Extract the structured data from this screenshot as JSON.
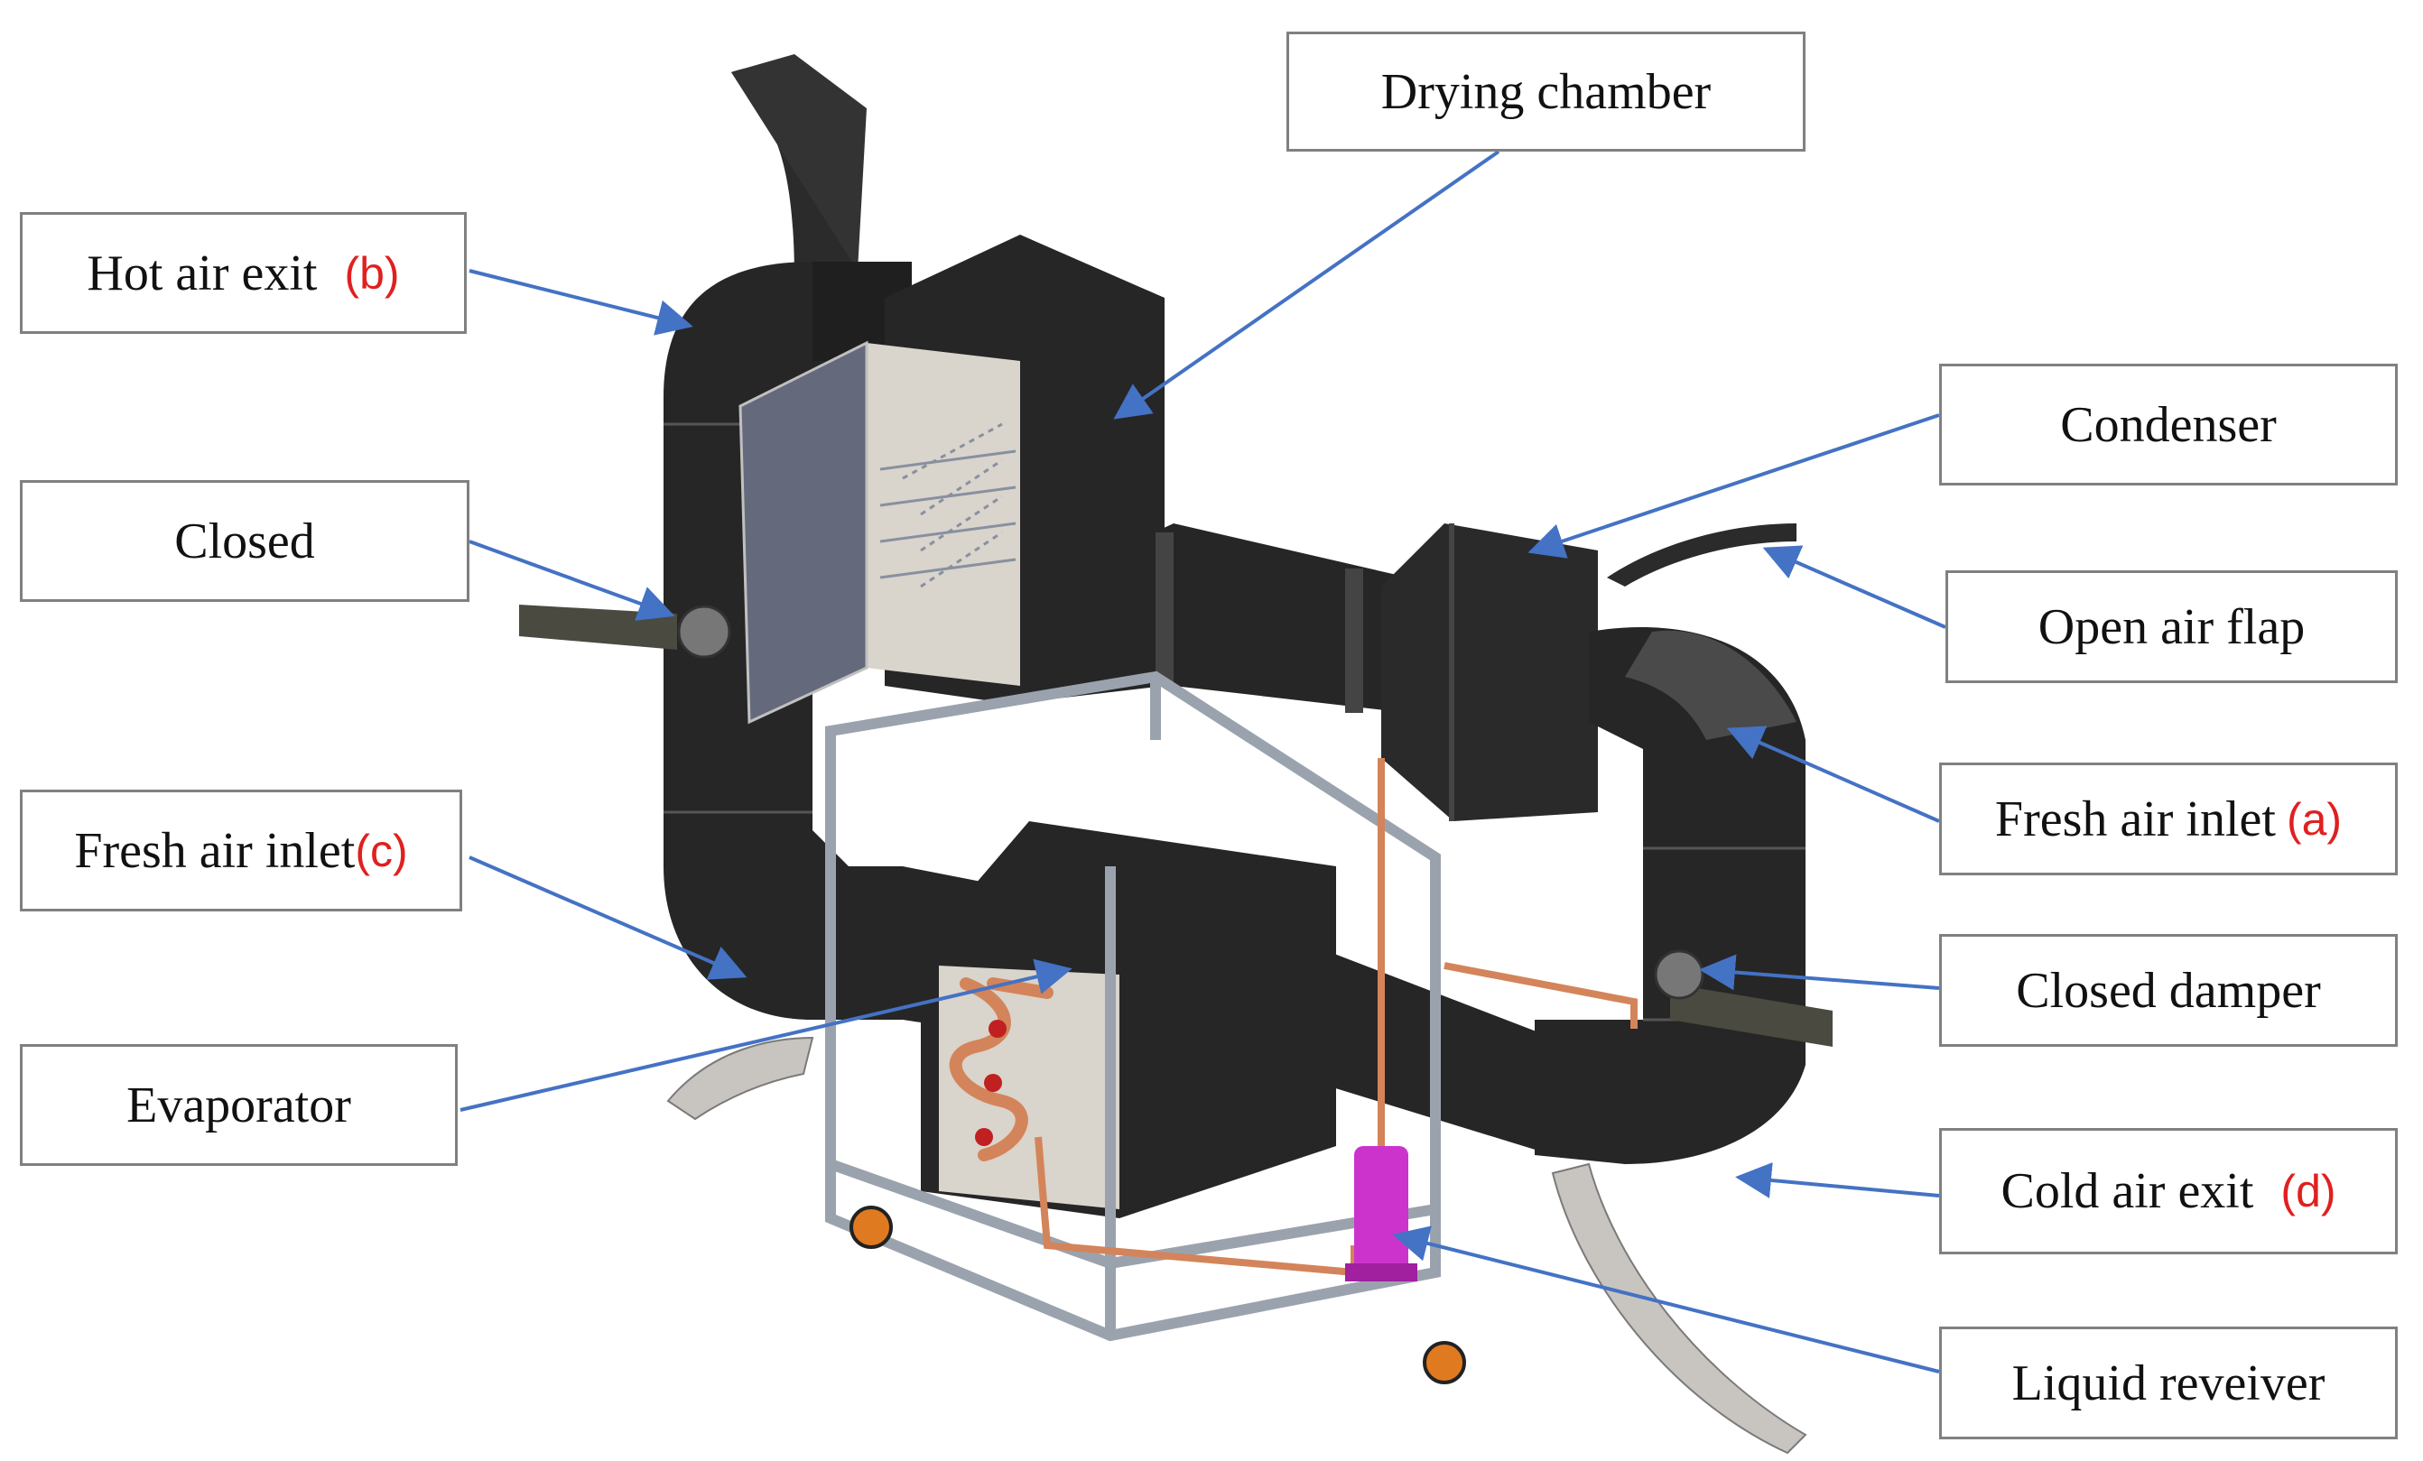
{
  "colors": {
    "arrow": "#4472c4",
    "duct": "#2b2b2b",
    "frame": "#9aa3ad",
    "copper": "#d4845a",
    "receiver": "#cc33cc",
    "tag": "#e02020"
  },
  "labels": {
    "drying_chamber": "Drying chamber",
    "hot_air_exit": "Hot air exit",
    "hot_air_exit_tag": "(b)",
    "closed": "Closed",
    "fresh_air_inlet_left": "Fresh air inlet",
    "fresh_air_inlet_left_tag": "(c)",
    "evaporator": "Evaporator",
    "condenser": "Condenser",
    "open_air_flap": "Open air flap",
    "fresh_air_inlet_right": "Fresh air inlet",
    "fresh_air_inlet_right_tag": "(a)",
    "closed_damper": "Closed damper",
    "cold_air_exit": "Cold air exit",
    "cold_air_exit_tag": "(d)",
    "liquid_receiver": "Liquid reveiver"
  }
}
